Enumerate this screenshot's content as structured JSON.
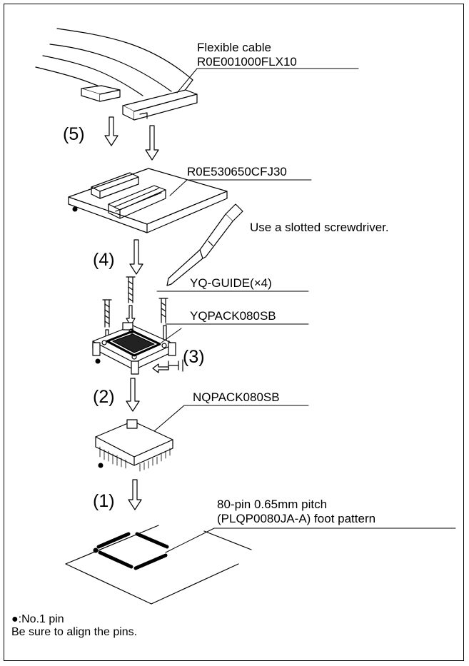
{
  "labels": {
    "cable_name": "Flexible cable",
    "cable_part": "R0E001000FLX10",
    "board": "R0E530650CFJ30",
    "screwdriver": "Use a slotted screwdriver.",
    "guide": "YQ-GUIDE(×4)",
    "yqpack": "YQPACK080SB",
    "nqpack": "NQPACK080SB",
    "foot_pattern_line1": "80-pin 0.65mm pitch",
    "foot_pattern_line2": "(PLQP0080JA-A) foot pattern"
  },
  "steps": {
    "s1": "(1)",
    "s2": "(2)",
    "s3": "(3)",
    "s4": "(4)",
    "s5": "(5)"
  },
  "notes": {
    "pin_legend": "●:No.1 pin",
    "align": "Be sure to align the pins."
  },
  "colors": {
    "line": "#000000",
    "fill": "#ffffff",
    "dark": "#000000"
  }
}
